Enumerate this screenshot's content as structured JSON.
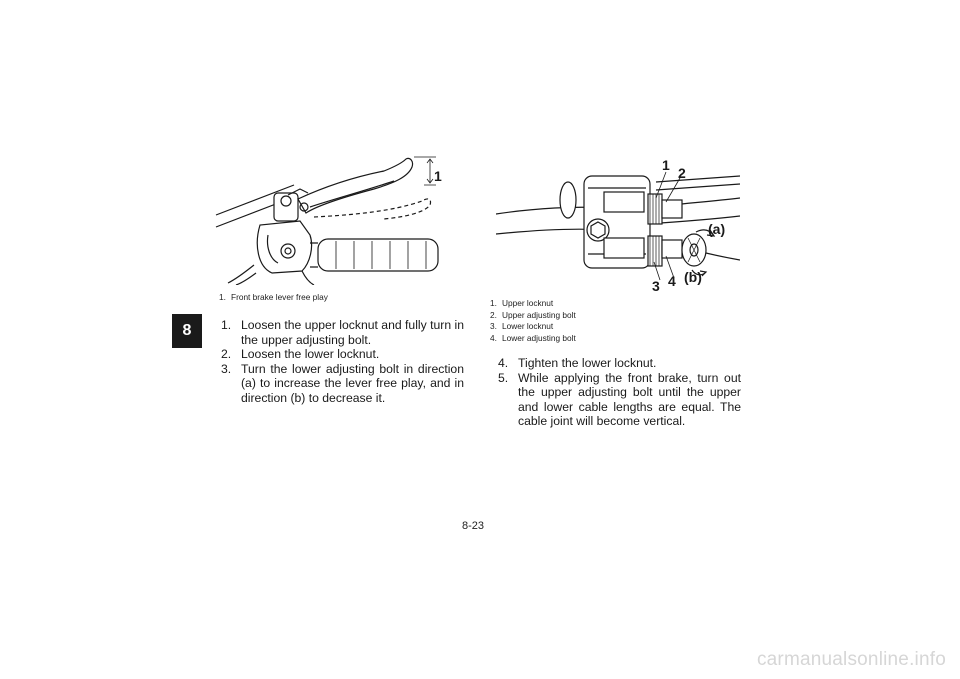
{
  "chapter": "8",
  "figure_left": {
    "callout": "1",
    "legend": [
      {
        "num": "1.",
        "text": "Front brake lever free play"
      }
    ]
  },
  "figure_right": {
    "callouts": {
      "c1": "1",
      "c2": "2",
      "c3": "3",
      "c4": "4",
      "ca": "(a)",
      "cb": "(b)"
    },
    "legend": [
      {
        "num": "1.",
        "text": "Upper locknut"
      },
      {
        "num": "2.",
        "text": "Upper adjusting bolt"
      },
      {
        "num": "3.",
        "text": "Lower locknut"
      },
      {
        "num": "4.",
        "text": "Lower adjusting bolt"
      }
    ]
  },
  "steps_left": [
    {
      "num": "1.",
      "text": "Loosen the upper locknut and fully turn in the upper adjusting bolt."
    },
    {
      "num": "2.",
      "text": "Loosen the lower locknut."
    },
    {
      "num": "3.",
      "text": "Turn the lower adjusting bolt in direction (a) to increase the lever free play, and in direction (b) to decrease it."
    }
  ],
  "steps_right": [
    {
      "num": "4.",
      "text": "Tighten the lower locknut."
    },
    {
      "num": "5.",
      "text": "While applying the front brake, turn out the upper adjusting bolt until the upper and lower cable lengths are equal. The cable joint will become vertical."
    }
  ],
  "page_number": "8-23",
  "watermark": "carmanualsonline.info"
}
